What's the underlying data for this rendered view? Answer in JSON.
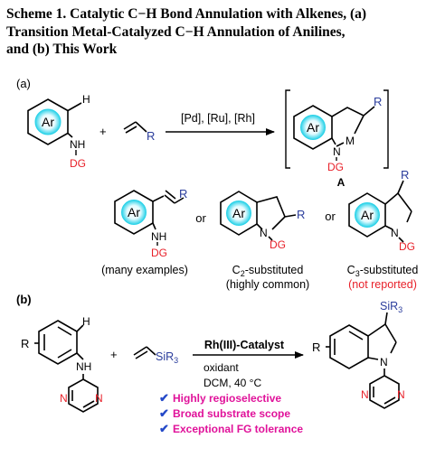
{
  "title": {
    "line1": "Scheme 1. Catalytic C−H Bond Annulation with Alkenes, (a)",
    "line2": "Transition Metal-Catalyzed C−H Annulation of Anilines,",
    "line3": "and (b) This Work"
  },
  "part_a": {
    "label": "(a)",
    "reactant": {
      "h": "H",
      "ar": "Ar",
      "nh": "NH",
      "dg": "DG"
    },
    "alkene_r": "R",
    "plus": "+",
    "conditions": "[Pd], [Ru], [Rh]",
    "intermediate": {
      "ar": "Ar",
      "r": "R",
      "m": "M",
      "n": "N",
      "dg": "DG",
      "label": "A"
    },
    "or1": "or",
    "or2": "or",
    "products": [
      {
        "ar": "Ar",
        "r": "R",
        "nh": "NH",
        "dg": "DG",
        "caption1": "(many examples)",
        "caption2": ""
      },
      {
        "ar": "Ar",
        "r": "R",
        "n": "N",
        "dg": "DG",
        "caption1_pre": "C",
        "caption1_sub": "2",
        "caption1_post": "-substituted",
        "caption2": "(highly common)"
      },
      {
        "ar": "Ar",
        "r": "R",
        "n": "N",
        "dg": "DG",
        "caption1_pre": "C",
        "caption1_sub": "3",
        "caption1_post": "-substituted",
        "caption2": "(not reported)"
      }
    ]
  },
  "part_b": {
    "label": "(b)",
    "reactant": {
      "r": "R",
      "h": "H",
      "nh": "NH",
      "n1": "N",
      "n2": "N"
    },
    "plus": "+",
    "silane": {
      "si": "SiR",
      "sub": "3"
    },
    "catalyst": "Rh(III)-Catalyst",
    "condition1": "oxidant",
    "condition2": "DCM, 40 °C",
    "features": [
      "Highly regioselective",
      "Broad substrate scope",
      "Exceptional FG tolerance"
    ],
    "product": {
      "r": "R",
      "si": "SiR",
      "sub": "3",
      "n": "N",
      "n1": "N",
      "n2": "N"
    }
  },
  "colors": {
    "red": "#e8212a",
    "blue": "#2b3d9c",
    "magenta": "#e0129a",
    "cyan_ring": "#29d2e8",
    "check_blue": "#2449c8"
  }
}
